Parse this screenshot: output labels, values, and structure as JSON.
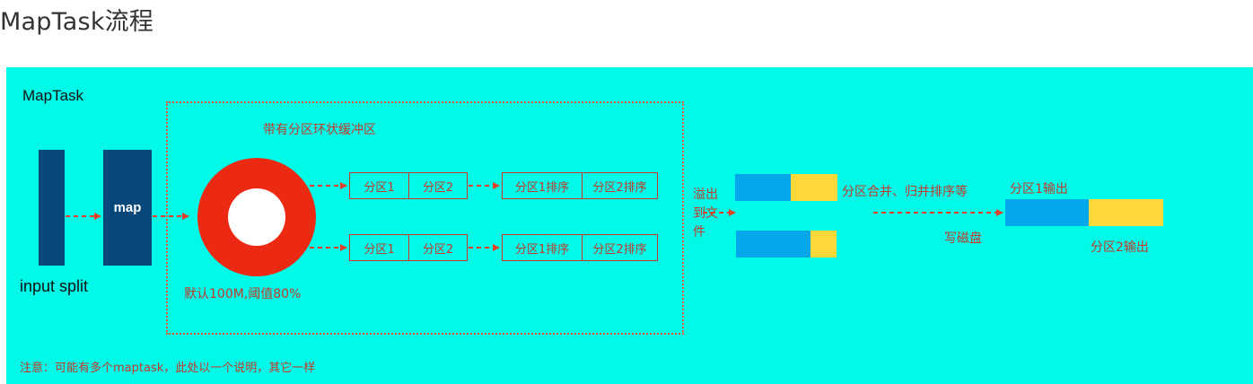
{
  "page": {
    "title": "MapTask流程"
  },
  "diagram": {
    "maptask_label": "MapTask",
    "input_split_label": "input split",
    "map_label": "map",
    "buffer_label": "带有分区环状缓冲区",
    "ring_caption": "默认100M,阈值80%",
    "partitions": [
      "分区1",
      "分区2"
    ],
    "sorted_partitions": [
      "分区1排序",
      "分区2排序"
    ],
    "spill_label": "溢出到文件",
    "merge_label": "分区合并、归并排序等",
    "write_label": "写磁盘",
    "output1_label": "分区1输出",
    "output2_label": "分区2输出",
    "note": "注意：可能有多个maptask，此处以一个说明，其它一样"
  },
  "colors": {
    "background": "#00fae8",
    "node_dark_blue": "#08477a",
    "ring_red": "#ec2a13",
    "arrow_red": "#e2402a",
    "segment_blue": "#04a7e9",
    "segment_yellow": "#fcd838"
  }
}
